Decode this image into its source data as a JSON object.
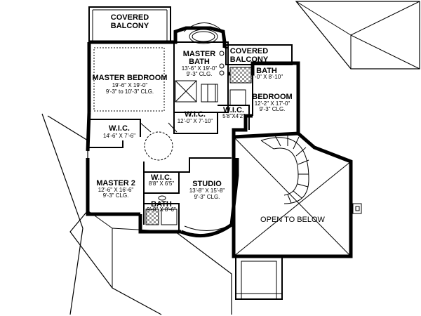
{
  "plan": {
    "rooms": {
      "covered_balcony_left": {
        "line1": "COVERED",
        "line2": "BALCONY"
      },
      "master_bedroom": {
        "name": "MASTER BEDROOM",
        "dim": "19'-6\" X 19'-0\"",
        "clg": "9'-3\" to 10'-3\" CLG."
      },
      "master_bath": {
        "line1": "MASTER",
        "line2": "BATH",
        "dim": "13'-6\" X 19'-0\"",
        "clg": "9'-3\" CLG."
      },
      "covered_balcony_right": {
        "line1": "COVERED",
        "line2": "BALCONY"
      },
      "bath_upper": {
        "name": "BATH",
        "dim": "5'-0\" X 8'-10\""
      },
      "bedroom": {
        "name": "BEDROOM",
        "dim": "12'-2\" X 17'-0\"",
        "clg": "9'-3\" CLG."
      },
      "wic_master_bedroom": {
        "name": "W.I.C.",
        "dim": "14'-6\" X 7'-6\""
      },
      "wic_master_bath": {
        "name": "W.I.C.",
        "dim": "12'-0\" X 7'-10\""
      },
      "wic_bedroom": {
        "name": "W.I.C.",
        "dim": "5'8\"X4'2\""
      },
      "master2": {
        "name": "MASTER 2",
        "dim": "12'-6\" X 16'-6\"",
        "clg": "9'-3\" CLG."
      },
      "wic_master2": {
        "name": "W.I.C.",
        "dim": "8'8\" X 6'5\""
      },
      "bath_lower": {
        "name": "BATH",
        "dim": "9'-8\" X 8'-6\""
      },
      "studio": {
        "name": "STUDIO",
        "dim": "13'-8\" X 15'-8\"",
        "clg": "9'-3\" CLG."
      },
      "open_to_below": {
        "name": "OPEN TO BELOW"
      }
    }
  }
}
